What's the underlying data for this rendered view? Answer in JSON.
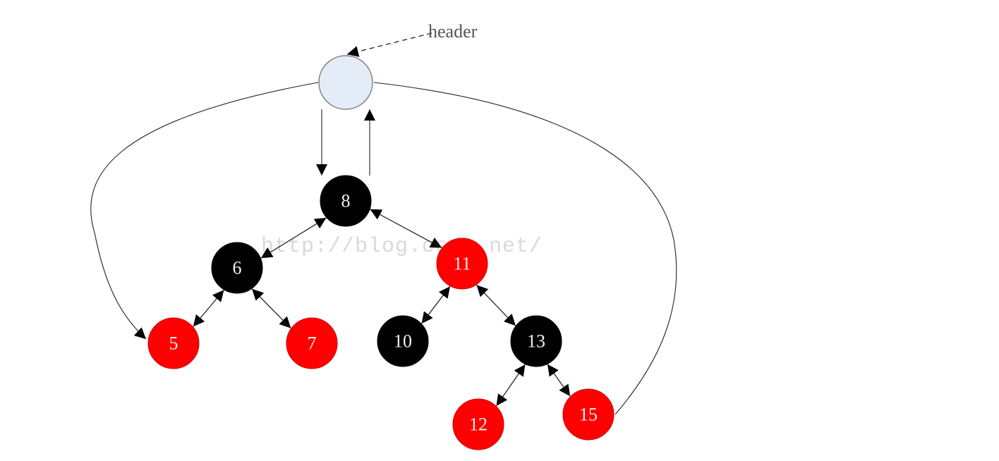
{
  "colors": {
    "black_node": "#000000",
    "red_node": "#ff0000",
    "header_node": "#e4ecf7",
    "header_stroke": "#7f7f7f",
    "node_text": "#f2f2f2",
    "edge": "#222222",
    "header_text": "#555555",
    "watermark": "#d9d9d9"
  },
  "header": {
    "label": "header"
  },
  "watermark": {
    "text": "http://blog.csdn.net/"
  },
  "nodes": [
    {
      "id": "header",
      "label": "",
      "color": "header"
    },
    {
      "id": "n8",
      "label": "8",
      "color": "black"
    },
    {
      "id": "n6",
      "label": "6",
      "color": "black"
    },
    {
      "id": "n11",
      "label": "11",
      "color": "red"
    },
    {
      "id": "n5",
      "label": "5",
      "color": "red"
    },
    {
      "id": "n7",
      "label": "7",
      "color": "red"
    },
    {
      "id": "n10",
      "label": "10",
      "color": "black"
    },
    {
      "id": "n13",
      "label": "13",
      "color": "black"
    },
    {
      "id": "n12",
      "label": "12",
      "color": "red"
    },
    {
      "id": "n15",
      "label": "15",
      "color": "red"
    }
  ],
  "edges": [
    {
      "from": "header",
      "to": "n8",
      "relation": "parent"
    },
    {
      "from": "n8",
      "to": "header",
      "relation": "parent"
    },
    {
      "from": "header",
      "to": "n5",
      "relation": "leftmost"
    },
    {
      "from": "header",
      "to": "n15",
      "relation": "rightmost"
    },
    {
      "from": "n8",
      "to": "n6",
      "relation": "left"
    },
    {
      "from": "n6",
      "to": "n8",
      "relation": "parent"
    },
    {
      "from": "n8",
      "to": "n11",
      "relation": "right"
    },
    {
      "from": "n11",
      "to": "n8",
      "relation": "parent"
    },
    {
      "from": "n6",
      "to": "n5",
      "relation": "left"
    },
    {
      "from": "n5",
      "to": "n6",
      "relation": "parent"
    },
    {
      "from": "n6",
      "to": "n7",
      "relation": "right"
    },
    {
      "from": "n7",
      "to": "n6",
      "relation": "parent"
    },
    {
      "from": "n11",
      "to": "n10",
      "relation": "left"
    },
    {
      "from": "n10",
      "to": "n11",
      "relation": "parent"
    },
    {
      "from": "n11",
      "to": "n13",
      "relation": "right"
    },
    {
      "from": "n13",
      "to": "n11",
      "relation": "parent"
    },
    {
      "from": "n13",
      "to": "n12",
      "relation": "left"
    },
    {
      "from": "n12",
      "to": "n13",
      "relation": "parent"
    },
    {
      "from": "n13",
      "to": "n15",
      "relation": "right"
    },
    {
      "from": "n15",
      "to": "n13",
      "relation": "parent"
    }
  ]
}
